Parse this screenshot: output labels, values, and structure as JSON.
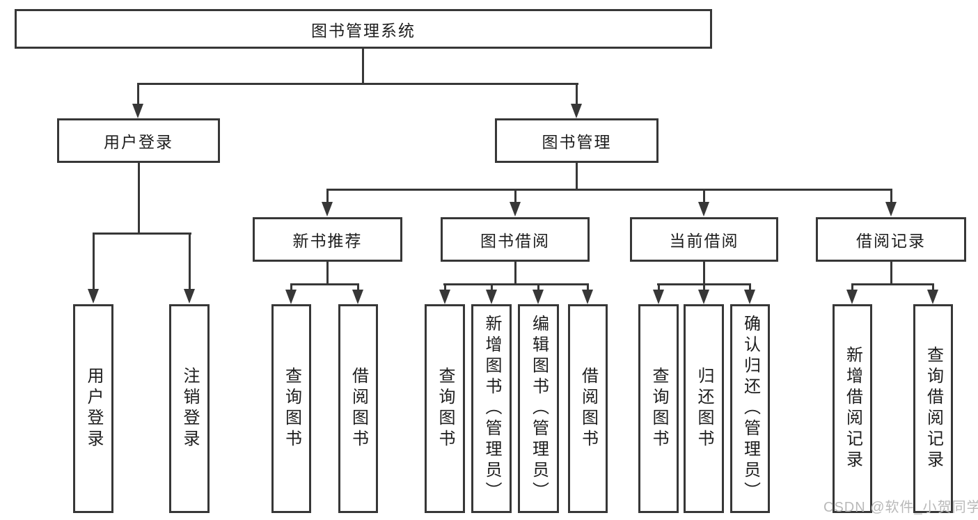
{
  "diagram": {
    "title": "图书管理系统",
    "nodes": {
      "root": "图书管理系统",
      "user_login": "用户登录",
      "book_mgmt": "图书管理",
      "new_book_rec": "新书推荐",
      "book_borrow": "图书借阅",
      "current_borrow": "当前借阅",
      "borrow_records": "借阅记录",
      "leaf_user_login": "用户登录",
      "leaf_logout": "注销登录",
      "leaf_query_book_1": "查询图书",
      "leaf_borrow_book_1": "借阅图书",
      "leaf_query_book_2": "查询图书",
      "leaf_add_book": "新增图书（管理员）",
      "leaf_edit_book": "编辑图书（管理员）",
      "leaf_borrow_book_2": "借阅图书",
      "leaf_query_book_3": "查询图书",
      "leaf_return_book": "归还图书",
      "leaf_confirm_return": "确认归还（管理员）",
      "leaf_add_record": "新增借阅记录",
      "leaf_query_record": "查询借阅记录"
    },
    "hierarchy": {
      "图书管理系统": {
        "用户登录": [
          "用户登录",
          "注销登录"
        ],
        "图书管理": {
          "新书推荐": [
            "查询图书",
            "借阅图书"
          ],
          "图书借阅": [
            "查询图书",
            "新增图书（管理员）",
            "编辑图书（管理员）",
            "借阅图书"
          ],
          "当前借阅": [
            "查询图书",
            "归还图书",
            "确认归还（管理员）"
          ],
          "借阅记录": [
            "新增借阅记录",
            "查询借阅记录"
          ]
        }
      }
    },
    "colors": {
      "line": "#373737",
      "text": "#1d1d1d",
      "box_fill": "#ffffff",
      "background": "#ffffff",
      "watermark": "#b9b9b9"
    }
  },
  "watermark": {
    "text": "CSDN @软件_小贺同学"
  }
}
